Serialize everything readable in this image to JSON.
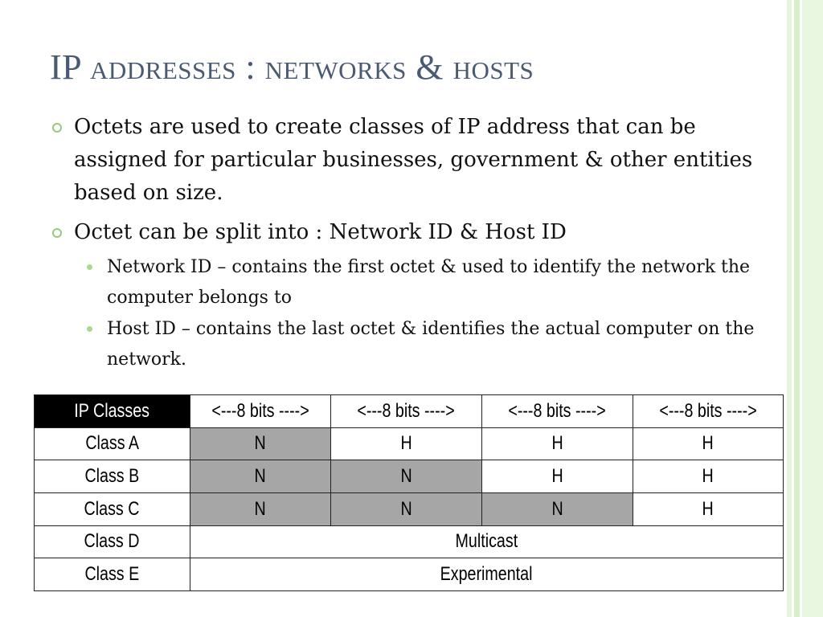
{
  "title": "IP addresses : networks & hosts",
  "bullets": [
    {
      "text": "Octets are used to create classes of IP address that can be assigned for particular businesses, government & other entities based on size.",
      "sub": []
    },
    {
      "text": "Octet can be split into : Network ID & Host ID",
      "sub": [
        "Network ID – contains the first octet & used to identify the network the computer belongs to",
        "Host ID – contains the last octet & identifies the actual computer on the network."
      ]
    }
  ],
  "table": {
    "header": [
      "IP Classes",
      "<---8 bits ---->",
      "<---8 bits ---->",
      "<---8 bits ---->",
      "<---8 bits ---->"
    ],
    "rows": [
      [
        "Class A",
        "N",
        "H",
        "H",
        "H"
      ],
      [
        "Class B",
        "N",
        "N",
        "H",
        "H"
      ],
      [
        "Class C",
        "N",
        "N",
        "N",
        "H"
      ]
    ],
    "span_rows": [
      [
        "Class D",
        "Multicast"
      ],
      [
        "Class E",
        "Experimental"
      ]
    ]
  },
  "colors": {
    "title": "#4a5a72",
    "bullet_ring": "#99c97d",
    "sub_dot": "#a9d98f",
    "network_cell": "#a6a6a6",
    "header_bg": "#000000"
  }
}
